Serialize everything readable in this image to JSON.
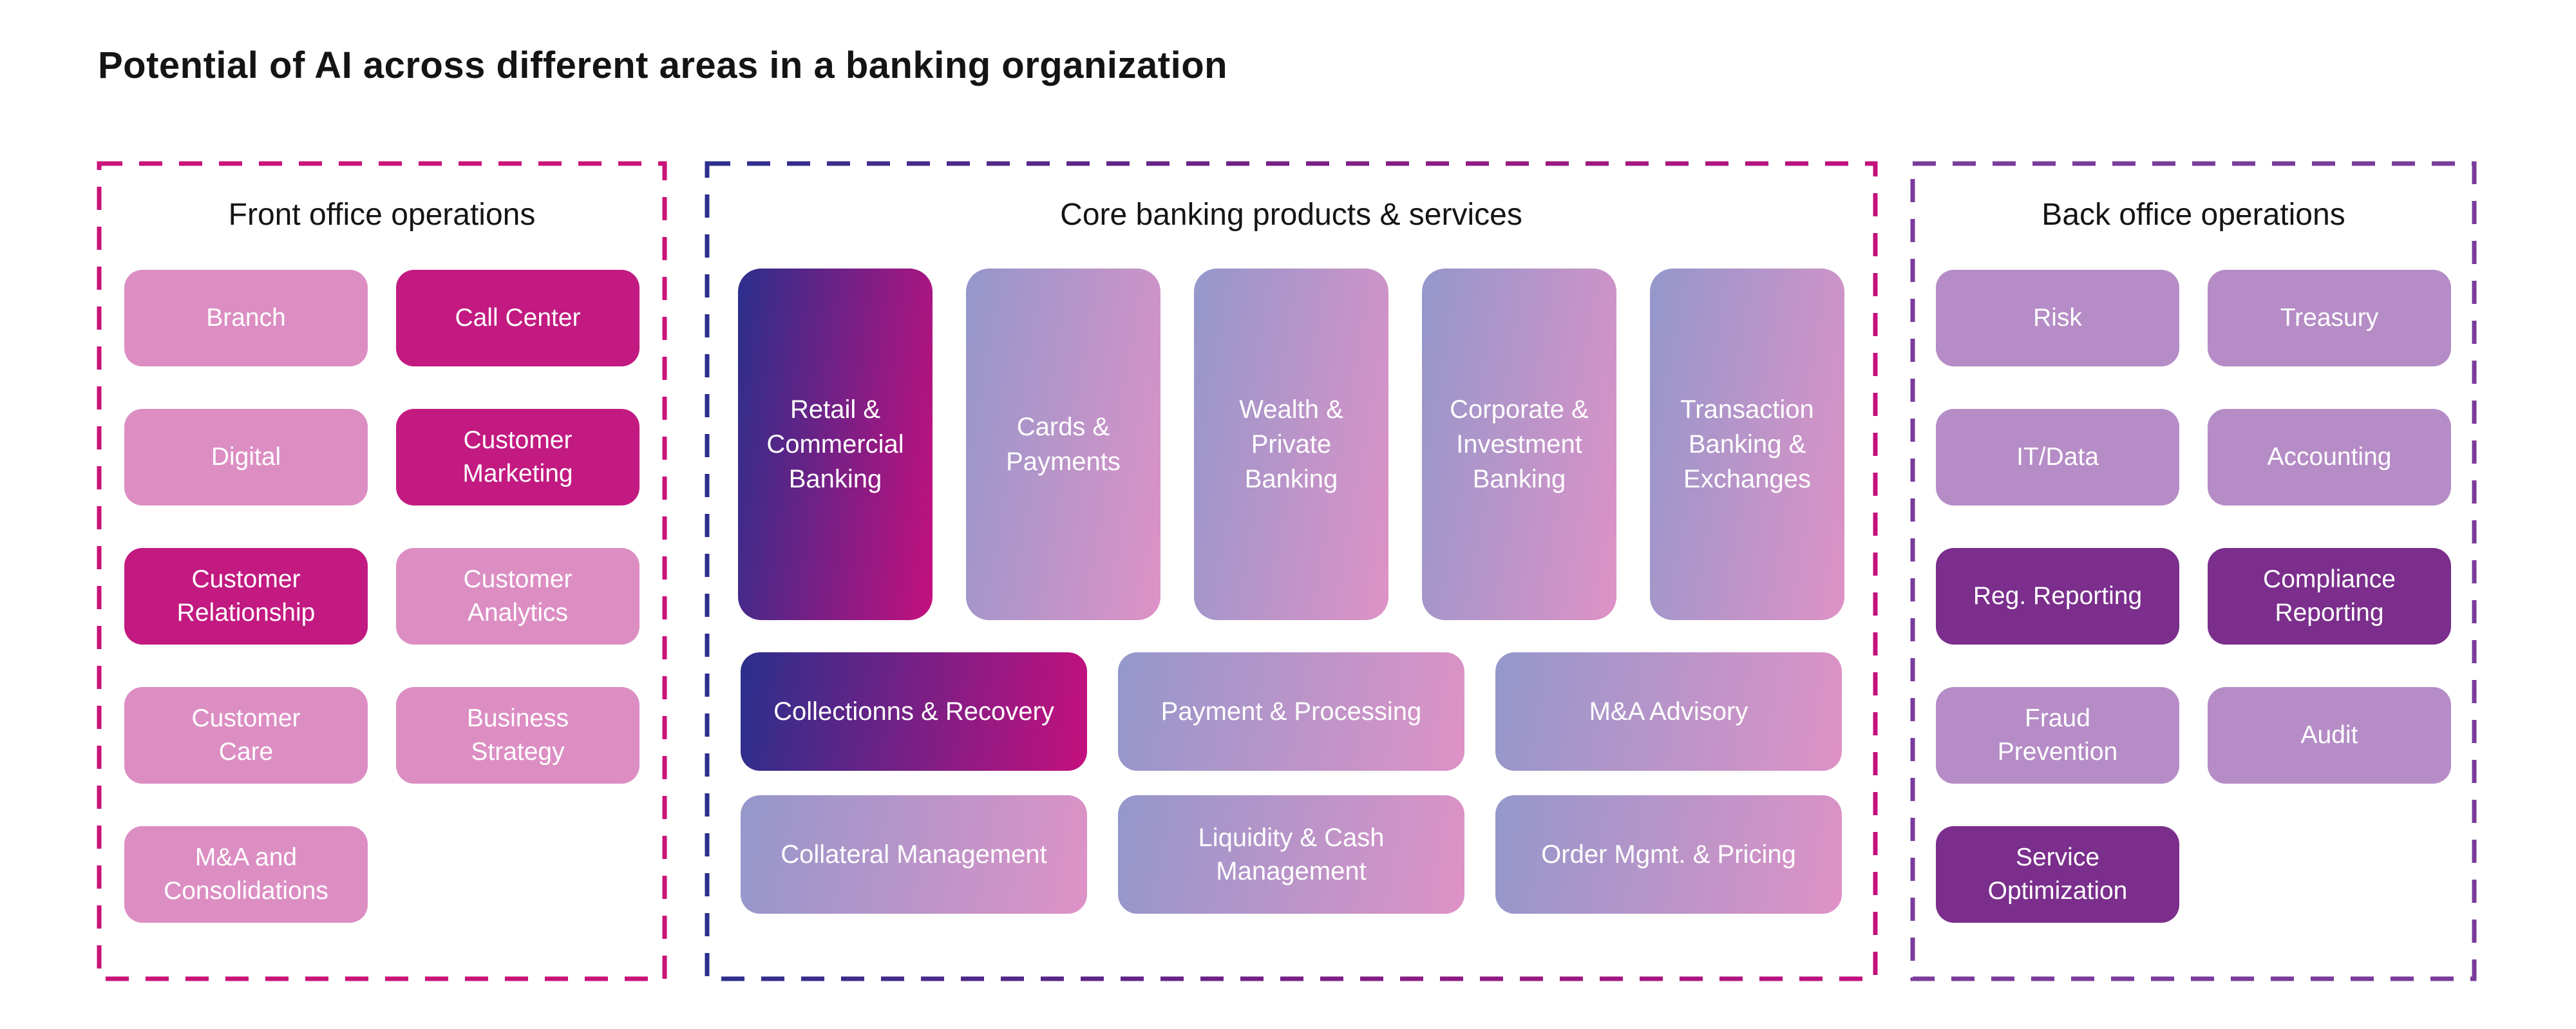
{
  "page": {
    "title": "Potential of AI across different areas in a banking organization"
  },
  "colors": {
    "title_color": "#141414",
    "front_border": "#CA1378",
    "back_border": "#7A3C9B",
    "pink_light": "#DC8EC3",
    "pink_dark": "#C21A81",
    "purple_light": "#B58CC6",
    "purple_dark": "#7B2E8C",
    "indigo": "#2B2F8C",
    "magenta": "#C4107E",
    "grad_light_start": "#9497CB",
    "grad_light_end": "#DE92C6"
  },
  "sections": {
    "front_office": {
      "title": "Front office operations",
      "border_color": "#CA1378",
      "cards": [
        {
          "label": "Branch",
          "variant": "light-pink"
        },
        {
          "label": "Call Center",
          "variant": "dark-magenta"
        },
        {
          "label": "Digital",
          "variant": "light-pink"
        },
        {
          "label": "Customer\nMarketing",
          "variant": "dark-magenta"
        },
        {
          "label": "Customer\nRelationship",
          "variant": "dark-magenta"
        },
        {
          "label": "Customer\nAnalytics",
          "variant": "light-pink"
        },
        {
          "label": "Customer\nCare",
          "variant": "light-pink"
        },
        {
          "label": "Business\nStrategy",
          "variant": "light-pink"
        },
        {
          "label": "M&A and\nConsolidations",
          "variant": "light-pink"
        }
      ]
    },
    "core_banking": {
      "title": "Core banking products & services",
      "border_gradient": [
        "#2B2F8C",
        "#C4107E"
      ],
      "pillars": [
        {
          "label": "Retail &\nCommercial\nBanking",
          "variant": "dark-gradient"
        },
        {
          "label": "Cards &\nPayments",
          "variant": "light-gradient"
        },
        {
          "label": "Wealth &\nPrivate\nBanking",
          "variant": "light-gradient"
        },
        {
          "label": "Corporate &\nInvestment\nBanking",
          "variant": "light-gradient"
        },
        {
          "label": "Transaction\nBanking &\nExchanges",
          "variant": "light-gradient"
        }
      ],
      "wide_cards_row1": [
        {
          "label": "Collectionns & Recovery",
          "variant": "dark-gradient"
        },
        {
          "label": "Payment & Processing",
          "variant": "light-gradient"
        },
        {
          "label": "M&A Advisory",
          "variant": "light-gradient"
        }
      ],
      "wide_cards_row2": [
        {
          "label": "Collateral Management",
          "variant": "light-gradient"
        },
        {
          "label": "Liquidity & Cash\nManagement",
          "variant": "light-gradient"
        },
        {
          "label": "Order Mgmt. & Pricing",
          "variant": "light-gradient"
        }
      ]
    },
    "back_office": {
      "title": "Back office operations",
      "border_color": "#7A3C9B",
      "cards": [
        {
          "label": "Risk",
          "variant": "light-purple"
        },
        {
          "label": "Treasury",
          "variant": "light-purple"
        },
        {
          "label": "IT/Data",
          "variant": "light-purple"
        },
        {
          "label": "Accounting",
          "variant": "light-purple"
        },
        {
          "label": "Reg. Reporting",
          "variant": "dark-purple"
        },
        {
          "label": "Compliance\nReporting",
          "variant": "dark-purple"
        },
        {
          "label": "Fraud\nPrevention",
          "variant": "light-purple"
        },
        {
          "label": "Audit",
          "variant": "light-purple"
        },
        {
          "label": "Service\nOptimization",
          "variant": "dark-purple"
        }
      ]
    }
  }
}
